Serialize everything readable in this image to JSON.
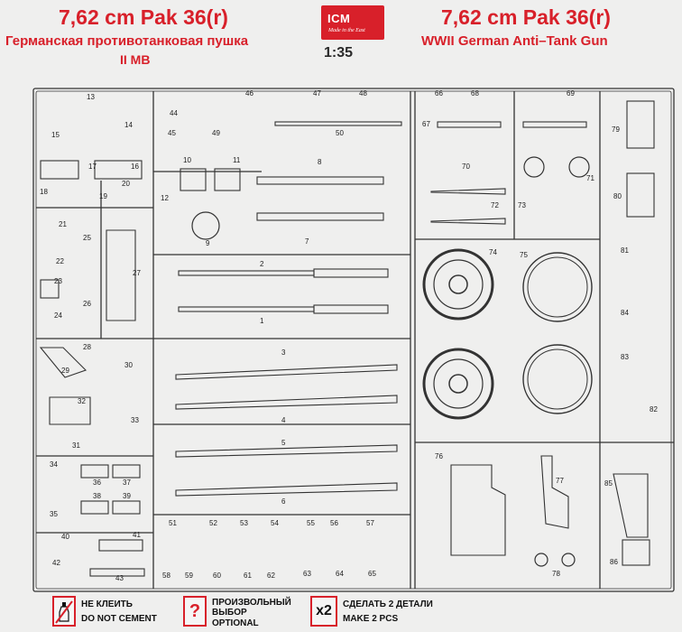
{
  "header": {
    "left_title": "7,62 cm Pak 36(r)",
    "left_subtitle": "Германская противотанковая пушка",
    "left_version": "II MB",
    "right_title": "7,62 cm Pak 36(r)",
    "right_subtitle": "WWII German Anti–Tank Gun",
    "scale": "1:35",
    "logo_brand": "ICM",
    "logo_tagline": "Made in the East"
  },
  "legend": {
    "no_cement_ru": "НЕ КЛЕИТЬ",
    "no_cement_en": "DO NOT CEMENT",
    "optional_ru_1": "ПРОИЗВОЛЬНЫЙ",
    "optional_ru_2": "ВЫБОР",
    "optional_en": "OPTIONAL",
    "optional_icon": "?",
    "make2_icon": "x2",
    "make2_ru": "СДЕЛАТЬ 2 ДЕТАЛИ",
    "make2_en": "MAKE 2 PCS"
  },
  "icons": {
    "no_cement": "no-glue-bottle-icon",
    "optional": "question-mark-icon",
    "make2": "multiply-two-icon"
  },
  "colors": {
    "accent_red": "#d8202a",
    "line": "#333333",
    "background": "#efefee"
  },
  "part_numbers": [
    "1",
    "2",
    "3",
    "4",
    "5",
    "6",
    "7",
    "8",
    "9",
    "10",
    "11",
    "12",
    "13",
    "14",
    "15",
    "16",
    "17",
    "18",
    "19",
    "20",
    "21",
    "22",
    "23",
    "24",
    "25",
    "26",
    "27",
    "28",
    "29",
    "30",
    "31",
    "32",
    "33",
    "34",
    "35",
    "36",
    "37",
    "38",
    "39",
    "40",
    "41",
    "42",
    "43",
    "44",
    "45",
    "46",
    "47",
    "48",
    "49",
    "50",
    "51",
    "52",
    "53",
    "54",
    "55",
    "56",
    "57",
    "58",
    "59",
    "60",
    "61",
    "62",
    "63",
    "64",
    "65",
    "66",
    "67",
    "68",
    "69",
    "70",
    "71",
    "72",
    "73",
    "74",
    "75",
    "76",
    "77",
    "78",
    "79",
    "80",
    "81",
    "82",
    "83",
    "84",
    "85",
    "86"
  ]
}
